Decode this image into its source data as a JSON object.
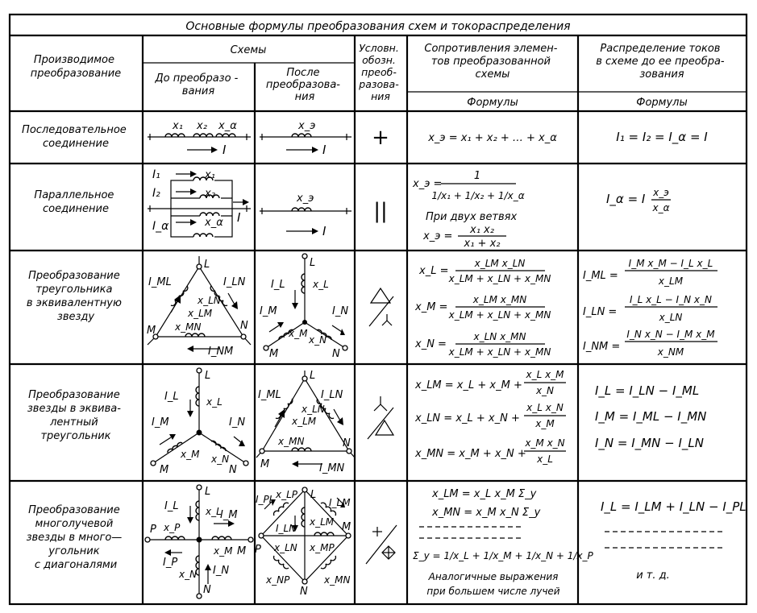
{
  "title": "Основные формулы преобразования схем и токораспределения",
  "headers": {
    "transform": "Производимое преобразование",
    "schemes": "Схемы",
    "before": "До преобразо-вания",
    "after": "После преобразова-ния",
    "symbol": "Условн. обозн. преобра-зования",
    "resistances": "Сопротивления элемен-тов преобразованной схемы",
    "currents": "Распределение токов в схеме до ее преобра-зования",
    "formulas": "Формулы"
  },
  "rows": [
    {
      "name": "Последовательное соединение",
      "symbol": "+",
      "resistance": [
        "x_э = x₁ + x₂ + … + x_α"
      ],
      "current": [
        "I₁ = I₂ = I_α = I"
      ],
      "before_labels": [
        "x₁",
        "x₂",
        "x_α",
        "I"
      ],
      "after_labels": [
        "x_э",
        "I"
      ]
    },
    {
      "name": "Параллельное соединение",
      "symbol": "||",
      "resistance": [
        "x_э =",
        "1",
        "1/x₁ + 1/x₂ + 1/x_α",
        "При двух ветвях",
        "x_э =",
        "x₁ x₂",
        "x₁ + x₂"
      ],
      "current": [
        "I_α = I",
        "x_э",
        "x_α"
      ],
      "before_labels": [
        "I₁",
        "x₁",
        "I₂",
        "x₂",
        "I_α",
        "x_α",
        "I"
      ],
      "after_labels": [
        "x_э",
        "I"
      ]
    },
    {
      "name": "Преобразование треугольника в эквивалентную звезду",
      "symbol": "△/⅄",
      "resistance": [
        [
          "x_L =",
          "x_LM x_LN",
          "x_LM + x_LN + x_MN"
        ],
        [
          "x_M =",
          "x_LM x_MN",
          "x_LM + x_LN + x_MN"
        ],
        [
          "x_N =",
          "x_LN x_MN",
          "x_LM + x_LN + x_MN"
        ]
      ],
      "current": [
        [
          "I_ML =",
          "I_M x_M − I_L x_L",
          "x_LM"
        ],
        [
          "I_LN =",
          "I_L x_L − I_N x_N",
          "x_LN"
        ],
        [
          "I_NM =",
          "I_N x_N − I_M x_M",
          "x_NM"
        ]
      ],
      "before_labels": [
        "L",
        "I_ML",
        "I_LN",
        "x_LN",
        "x_LM",
        "x_MN",
        "M",
        "N",
        "I_NM"
      ],
      "after_labels": [
        "L",
        "I_L",
        "x_L",
        "I_M",
        "I_N",
        "x_M",
        "x_N",
        "M",
        "N"
      ]
    },
    {
      "name": "Преобразование звезды в эквива-лентный треугольник",
      "symbol": "⅄/△",
      "resistance": [
        [
          "x_LM = x_L + x_M +",
          "x_L x_M",
          "x_N"
        ],
        [
          "x_LN = x_L + x_N +",
          "x_L x_N",
          "x_M"
        ],
        [
          "x_MN = x_M + x_N +",
          "x_M x_N",
          "x_L"
        ]
      ],
      "current": [
        "I_L = I_LN − I_ML",
        "I_M = I_ML − I_MN",
        "I_N = I_MN − I_LN"
      ],
      "before_labels": [
        "L",
        "I_L",
        "x_L",
        "I_M",
        "I_N",
        "x_M",
        "x_N",
        "M",
        "N"
      ],
      "after_labels": [
        "L",
        "I_ML",
        "I_LN",
        "x_LN",
        "x_LM",
        "x_MN",
        "M",
        "N",
        "I_MN"
      ]
    },
    {
      "name": "Преобразование многолучевой звезды в много-угольник с диагоналями",
      "symbol": "+/⨁",
      "resistance": [
        "x_LM = x_L x_M Σ_y",
        "x_MN = x_M x_N Σ_y",
        "Σ_y = 1/x_L + 1/x_M + 1/x_N + 1/x_P",
        "Аналогичные выражения",
        "при большем числе лучей"
      ],
      "current": [
        "I_L = I_LM + I_LN − I_PL",
        "и т. д."
      ],
      "before_labels": [
        "L",
        "I_L",
        "x_L",
        "I_M",
        "P",
        "x_P",
        "x_M",
        "M",
        "I_P",
        "x_N",
        "I_N",
        "N"
      ],
      "after_labels": [
        "I_PL",
        "x_LP",
        "I_LM",
        "L",
        "I_LN",
        "x_LN",
        "x_LM",
        "M",
        "P",
        "x_MP",
        "x_NP",
        "x_MN",
        "N"
      ]
    }
  ]
}
